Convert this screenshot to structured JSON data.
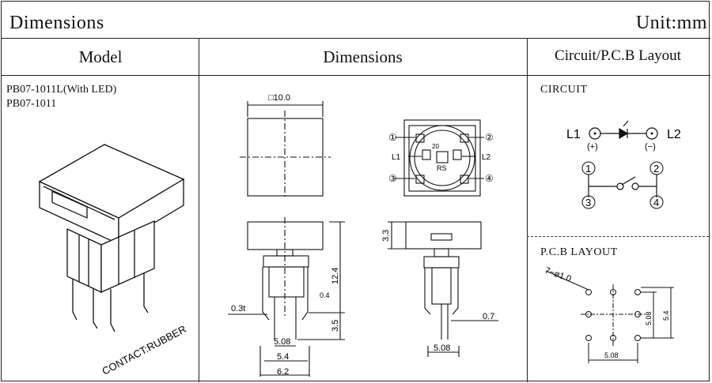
{
  "header": {
    "title": "Dimensions",
    "unit": "Unit:mm"
  },
  "columns": {
    "model": "Model",
    "dimensions": "Dimensions",
    "layout": "Circuit/P.C.B Layout"
  },
  "models": [
    "PB07-1011L(With LED)",
    "PB07-1011"
  ],
  "contact_label": "CONTACT:RUBBER",
  "front_view": {
    "square_size": "□10.0"
  },
  "bottom_view": {
    "pin1": "①",
    "pin2": "②",
    "pin3": "③",
    "pin4": "④",
    "l1": "L1",
    "l2": "L2",
    "marking": "RS",
    "marking_num": "20"
  },
  "side_dims": {
    "height": "12.4",
    "thickness": "0.3t",
    "small": "0.4",
    "pin_len": "3.5",
    "pitch": "5.08",
    "span": "5.4",
    "width": "6.2"
  },
  "side2_dims": {
    "cap": "3.3",
    "pin_w": "0.7",
    "pitch": "5.08"
  },
  "circuit": {
    "title": "CIRCUIT",
    "l1": "L1",
    "l2": "L2",
    "plus": "(+)",
    "minus": "(−)",
    "p1": "1",
    "p2": "2",
    "p3": "3",
    "p4": "4"
  },
  "pcb": {
    "title": "P.C.B LAYOUT",
    "holes": "7−ø1.0",
    "pitch_v": "5.08",
    "span_v": "5.4",
    "pitch_h": "5.08"
  }
}
